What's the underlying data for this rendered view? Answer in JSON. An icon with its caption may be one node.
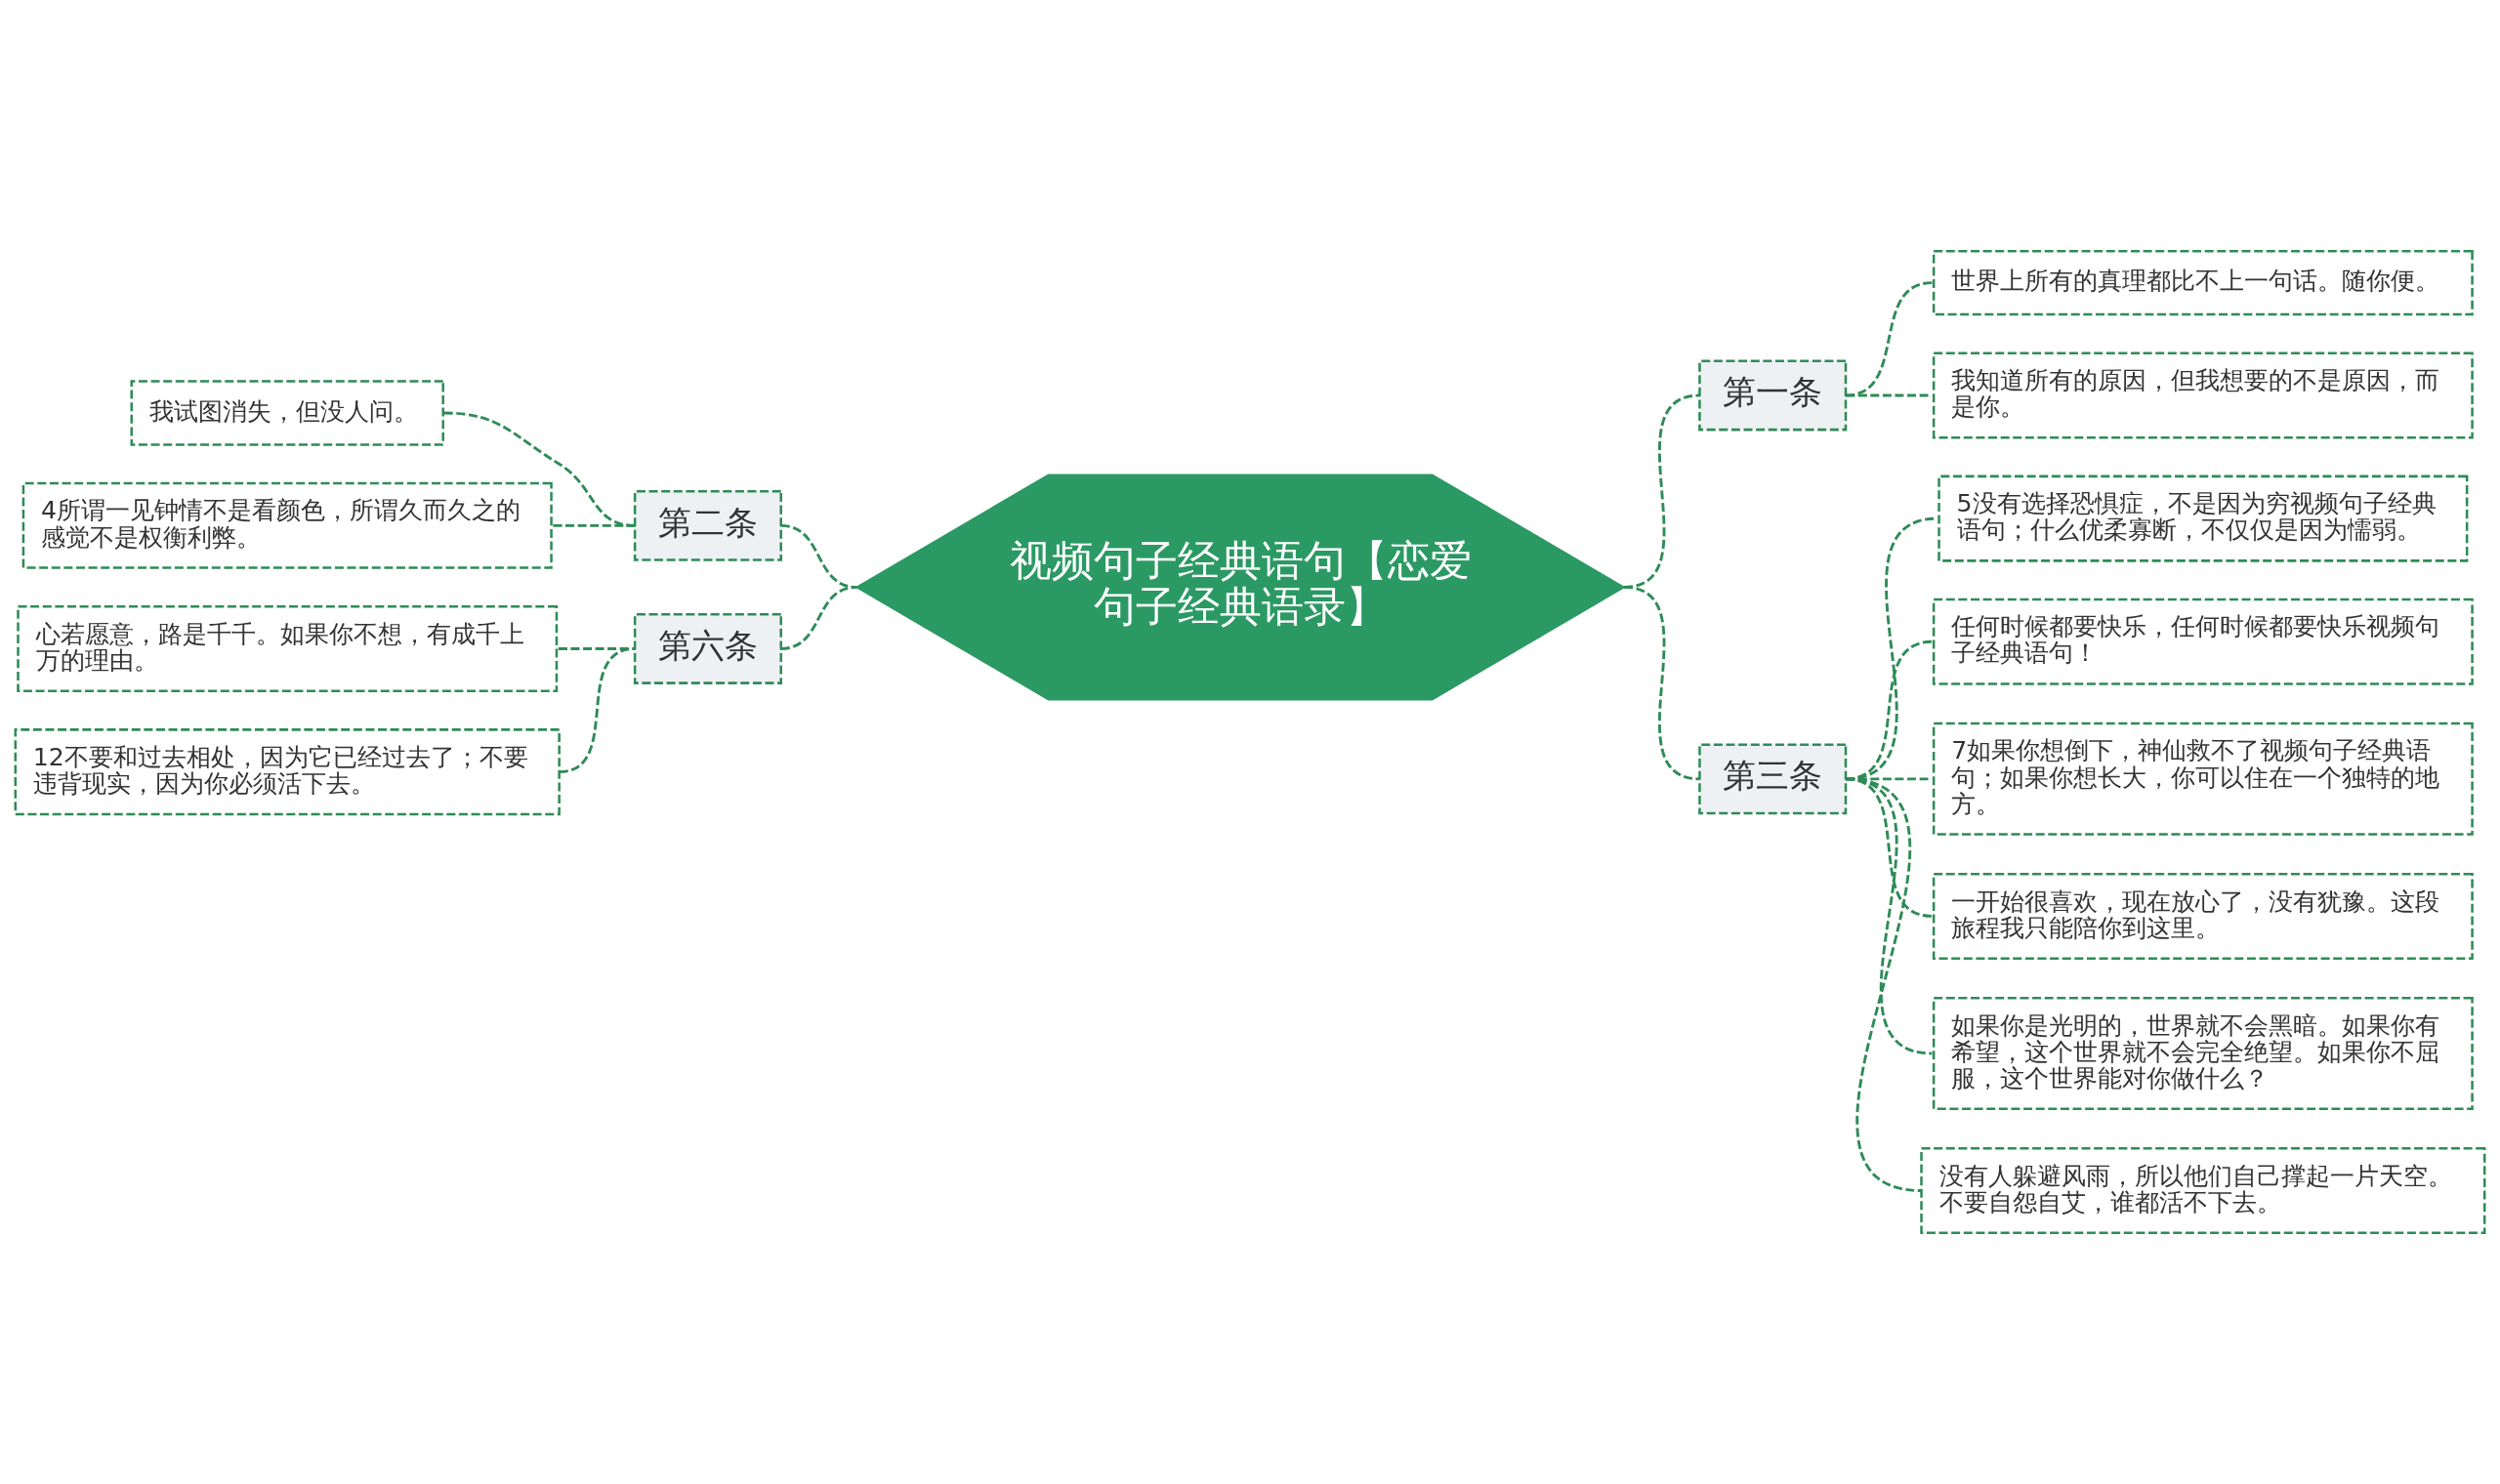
{
  "diagram": {
    "nodes": [
      {
        "text": [
          "视频句子经典语句【恋爱句子经典语录】"
        ]
      },
      {
        "text": [
          "第二条"
        ]
      },
      {
        "text": [
          "我试图消失，但没人问。"
        ]
      },
      {
        "text": [
          "4所谓一见钟情不是看颜色，所谓久而久之的感觉不是权衡利弊。"
        ]
      },
      {
        "text": [
          "第六条"
        ]
      },
      {
        "text": [
          "心若愿意，路是千千。如果你不想，有成千上万的理由。"
        ]
      },
      {
        "text": [
          "12不要和过去相处，因为它已经过去了；不要违背现实，因为你必须活下去。"
        ]
      },
      {
        "text": [
          "第一条"
        ]
      },
      {
        "text": [
          "世界上所有的真理都比不上一句话。随你便。"
        ]
      },
      {
        "text": [
          "我知道所有的原因，但我想要的不是原因，而是你。"
        ]
      },
      {
        "text": [
          "第三条"
        ]
      },
      {
        "text": [
          "5没有选择恐惧症，不是因为穷视频句子经典语句；什么优柔寡断，不仅仅是因为懦弱。"
        ]
      },
      {
        "text": [
          "任何时候都要快乐，任何时候都要快乐视频句子经典语句！"
        ]
      },
      {
        "text": [
          "7如果你想倒下，神仙救不了视频句子经典语句；如果你想长大，你可以住在一个独特的地方。"
        ]
      },
      {
        "text": [
          "一开始很喜欢，现在放心了，没有犹豫。这段旅程我只能陪你到这里。"
        ]
      },
      {
        "text": [
          "如果你是光明的，世界就不会黑暗。如果你有希望，这个世界就不会完全绝望。如果你不屈服，这个世界能对你做什么？"
        ]
      },
      {
        "text": [
          "没有人躲避风雨，所以他们自己撑起一片天空。不要自怨自艾，谁都活不下去。"
        ]
      }
    ],
    "edges": [
      {
        "from": 0,
        "to": 1,
        "arrow": "none",
        "style": "dashed"
      },
      {
        "from": 1,
        "to": 2,
        "arrow": "none",
        "style": "dashed"
      },
      {
        "from": 1,
        "to": 3,
        "arrow": "none",
        "style": "dashed"
      },
      {
        "from": 0,
        "to": 4,
        "arrow": "none",
        "style": "dashed"
      },
      {
        "from": 4,
        "to": 5,
        "arrow": "none",
        "style": "dashed"
      },
      {
        "from": 4,
        "to": 6,
        "arrow": "none",
        "style": "dashed"
      },
      {
        "from": 0,
        "to": 7,
        "arrow": "none",
        "style": "dashed"
      },
      {
        "from": 7,
        "to": 8,
        "arrow": "none",
        "style": "dashed"
      },
      {
        "from": 7,
        "to": 9,
        "arrow": "none",
        "style": "dashed"
      },
      {
        "from": 0,
        "to": 10,
        "arrow": "none",
        "style": "dashed"
      },
      {
        "from": 10,
        "to": 11,
        "arrow": "none",
        "style": "dashed"
      },
      {
        "from": 10,
        "to": 12,
        "arrow": "none",
        "style": "dashed"
      },
      {
        "from": 10,
        "to": 13,
        "arrow": "none",
        "style": "dashed"
      },
      {
        "from": 10,
        "to": 14,
        "arrow": "none",
        "style": "dashed"
      },
      {
        "from": 10,
        "to": 15,
        "arrow": "none",
        "style": "dashed"
      },
      {
        "from": 10,
        "to": 16,
        "arrow": "none",
        "style": "dashed"
      }
    ]
  }
}
